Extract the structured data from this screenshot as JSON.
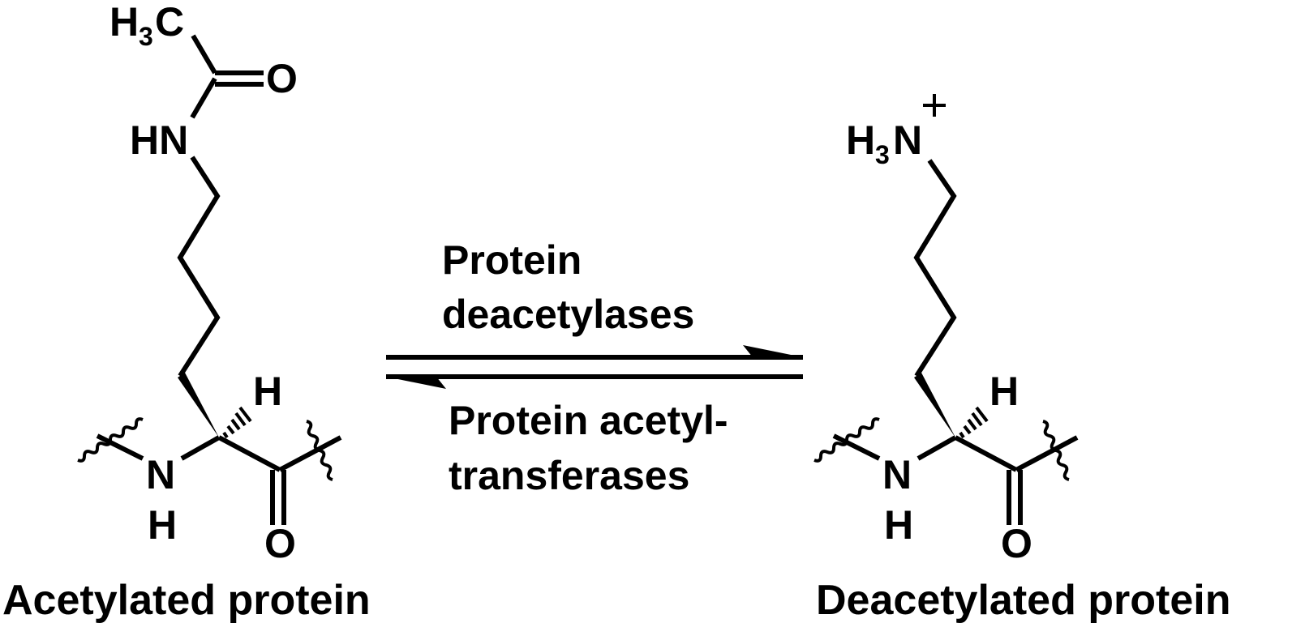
{
  "left_molecule": {
    "caption": "Acetylated protein",
    "labels": {
      "methyl_H": "H",
      "methyl_sub": "3",
      "methyl_C": "C",
      "carbonyl_O": "O",
      "amide_N": "HN",
      "alpha_H": "H",
      "backbone_N": "N",
      "backbone_NH": "H",
      "backbone_O": "O"
    }
  },
  "right_molecule": {
    "caption": "Deacetylated protein",
    "labels": {
      "ammonium_H": "H",
      "ammonium_sub": "3",
      "ammonium_N": "N",
      "charge": "+",
      "alpha_H": "H",
      "backbone_N": "N",
      "backbone_NH": "H",
      "backbone_O": "O"
    }
  },
  "reaction": {
    "forward_lines": [
      "Protein",
      "deacetylases"
    ],
    "reverse_lines": [
      "Protein acetyl-",
      "transferases"
    ]
  }
}
